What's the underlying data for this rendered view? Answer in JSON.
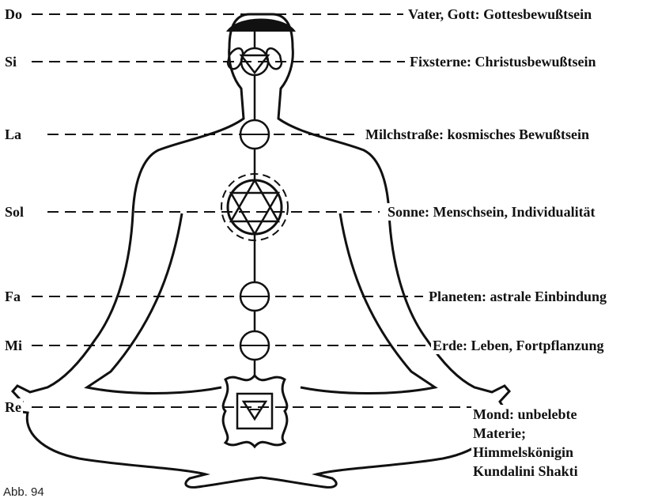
{
  "figure_label": "Abb. 94",
  "levels": [
    {
      "note": "Do",
      "description": "Vater, Gott: Gottesbewußtsein"
    },
    {
      "note": "Si",
      "description": "Fixsterne: Christusbewußtsein"
    },
    {
      "note": "La",
      "description": "Milchstraße: kosmisches Bewußtsein"
    },
    {
      "note": "Sol",
      "description": "Sonne: Menschsein, Individualität"
    },
    {
      "note": "Fa",
      "description": "Planeten: astrale Einbindung"
    },
    {
      "note": "Mi",
      "description": "Erde: Leben, Fortpflanzung"
    },
    {
      "note": "Re",
      "description_lines": [
        "Mond: unbelebte",
        "Materie;",
        "Himmelskönigin",
        "Kundalini Shakti"
      ]
    }
  ]
}
